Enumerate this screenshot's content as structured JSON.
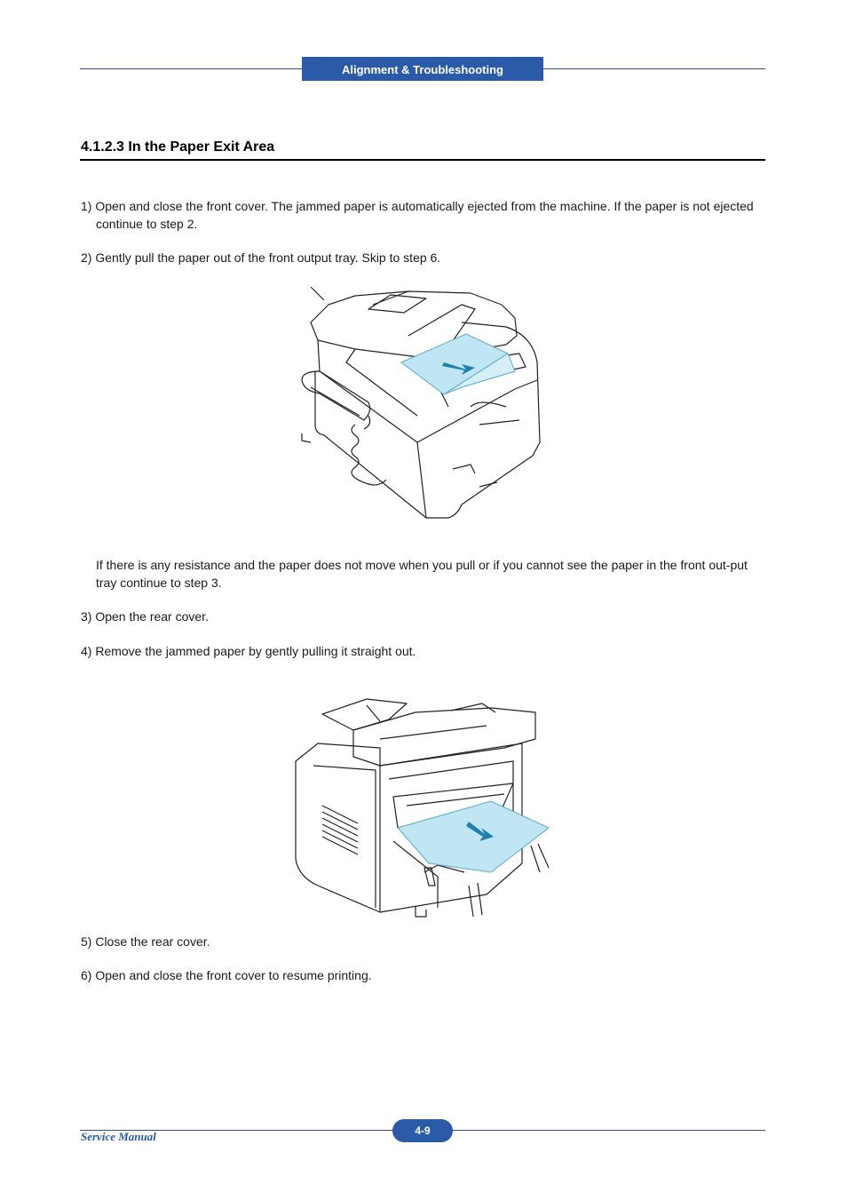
{
  "header": {
    "section_tab": "Alignment & Troubleshooting"
  },
  "section": {
    "title": "4.1.2.3  In the Paper Exit Area"
  },
  "steps": {
    "s1": "1) Open and close the front cover. The jammed paper is automatically ejected from the machine. If the paper is not ejected continue to step 2.",
    "s2": "2) Gently pull the paper out of the front output tray. Skip to step 6.",
    "note": "If there is any resistance and the paper does not move when you pull or if you cannot see the paper in the front out-put tray continue to step 3.",
    "s3": "3) Open the rear cover.",
    "s4": "4) Remove the jammed paper by gently pulling it straight out.",
    "s5": "5) Close the rear cover.",
    "s6": "6) Open and close the front cover to resume printing."
  },
  "footer": {
    "manual_label": "Service Manual",
    "page_number": "4-9"
  },
  "colors": {
    "accent": "#2b5aa8",
    "paper": "#bfe6f2",
    "arrow": "#1f7fae"
  }
}
